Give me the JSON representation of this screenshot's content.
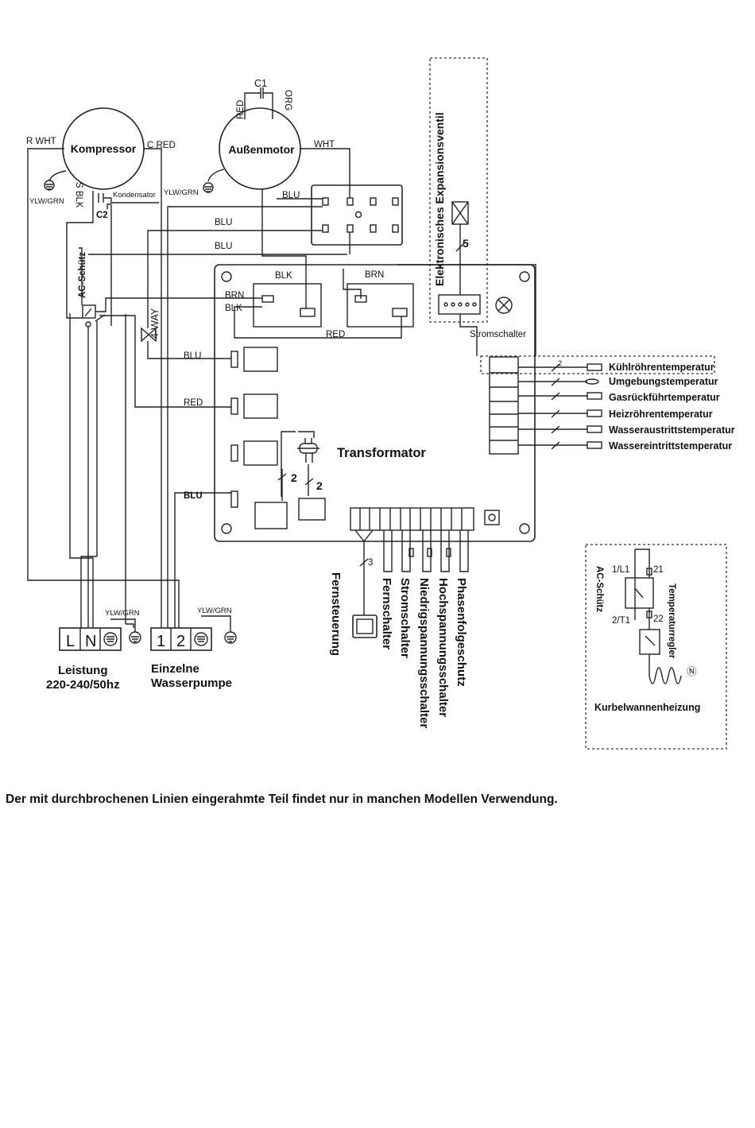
{
  "components": {
    "compressor": "Kompressor",
    "outdoor_motor": "Außenmotor",
    "capacitor_c1": "C1",
    "capacitor_c2": "C2",
    "condenser": "Kondensator",
    "ac_contactor": "AC-Schütz",
    "four_way": "4-WAY",
    "transformer": "Transformator",
    "expansion_valve": "Elektronisches Expansionsventil",
    "power_switch": "Stromschalter",
    "ac_contactor_detail": "AC-Schütz",
    "thermostat": "Temperaturregler",
    "crankcase_heater": "Kurbelwannenheizung"
  },
  "wire_labels": {
    "r_wht": "R WHT",
    "c_red": "C RED",
    "s_blk": "S BLK",
    "ylw_grn": "YLW/GRN",
    "red": "RED",
    "org": "ORG",
    "wht": "WHT",
    "blu": "BLU",
    "blk": "BLK",
    "brn": "BRN"
  },
  "counts": {
    "valve_wires": "5",
    "transformer_wires": "2",
    "remote_wires": "3",
    "sensor_wires": "2"
  },
  "sensors": [
    "Kühlröhrentemperatur",
    "Umgebungstemperatur",
    "Gasrückführtemperatur",
    "Heizröhrentemperatur",
    "Wasseraustrittstemperatur",
    "Wassereintrittstemperatur"
  ],
  "bottom_signals": [
    "Fernsteuerung",
    "Fernschalter",
    "Stromschalter",
    "Niedrigspannungsschalter",
    "Hochspannungsschalter",
    "Phasenfolgeschutz"
  ],
  "terminals": {
    "power_l": "L",
    "power_n": "N",
    "pump_1": "1",
    "pump_2": "2",
    "power_label": "Leistung",
    "power_rating": "220-240/50hz",
    "pump_label1": "Einzelne",
    "pump_label2": "Wasserpumpe"
  },
  "contactor_detail": {
    "t1": "1/L1",
    "t2": "2/T1",
    "t21": "21",
    "t22": "22",
    "n_symbol": "Ⓝ"
  },
  "footnote": "Der mit durchbrochenen Linien eingerahmte Teil findet nur in manchen Modellen Verwendung."
}
